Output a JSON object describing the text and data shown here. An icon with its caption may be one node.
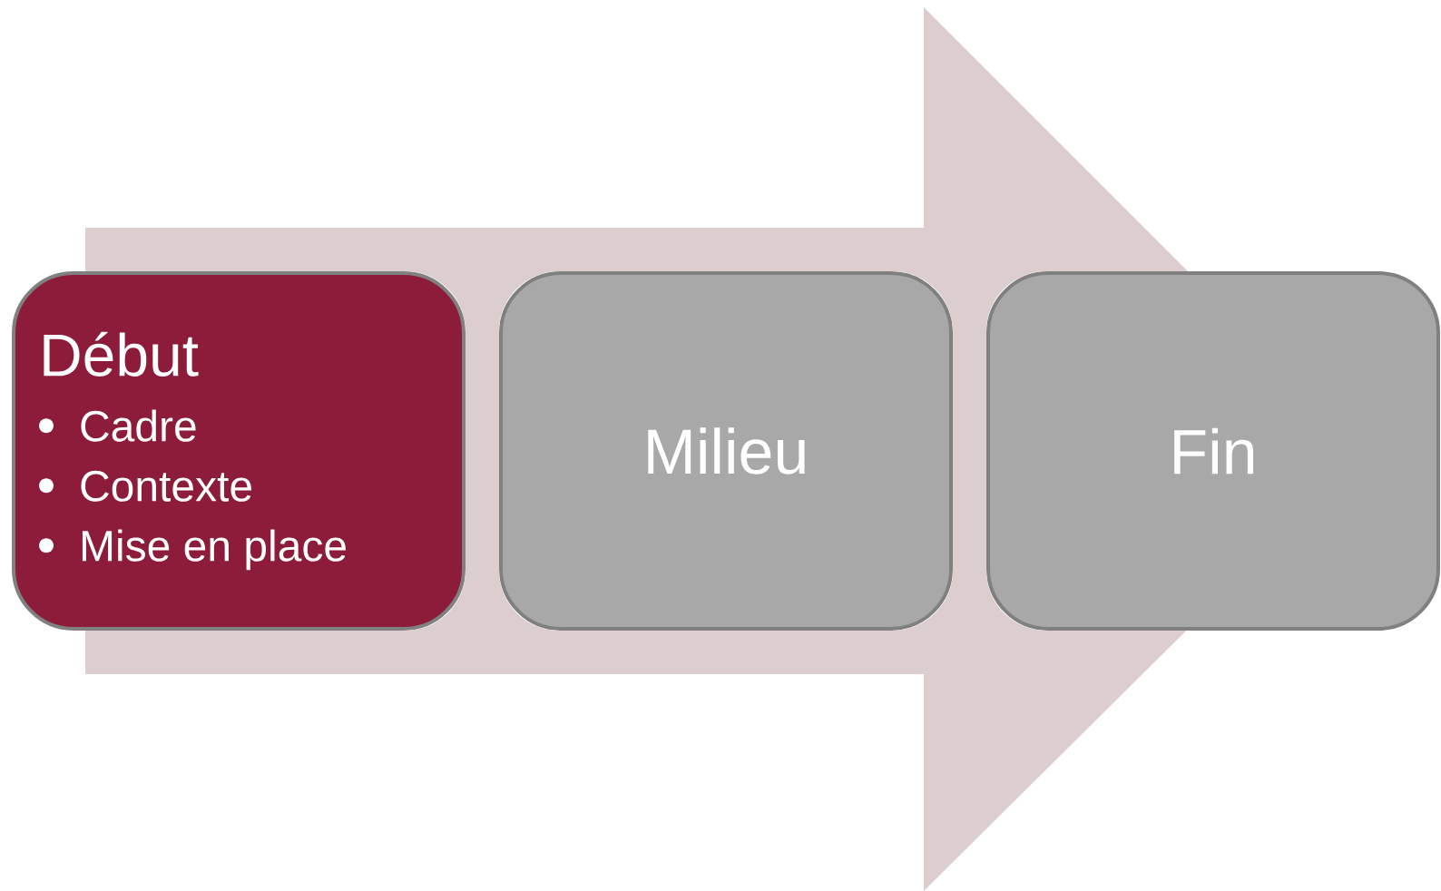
{
  "diagram": {
    "nodes": [
      {
        "text": [
          "Début",
          "Cadre",
          "Contexte",
          "Mise en place"
        ]
      },
      {
        "text": [
          "Milieu"
        ]
      },
      {
        "text": [
          "Fin"
        ]
      }
    ],
    "edges": [
      {
        "from": 0,
        "to": 2,
        "arrow": "to"
      }
    ]
  }
}
